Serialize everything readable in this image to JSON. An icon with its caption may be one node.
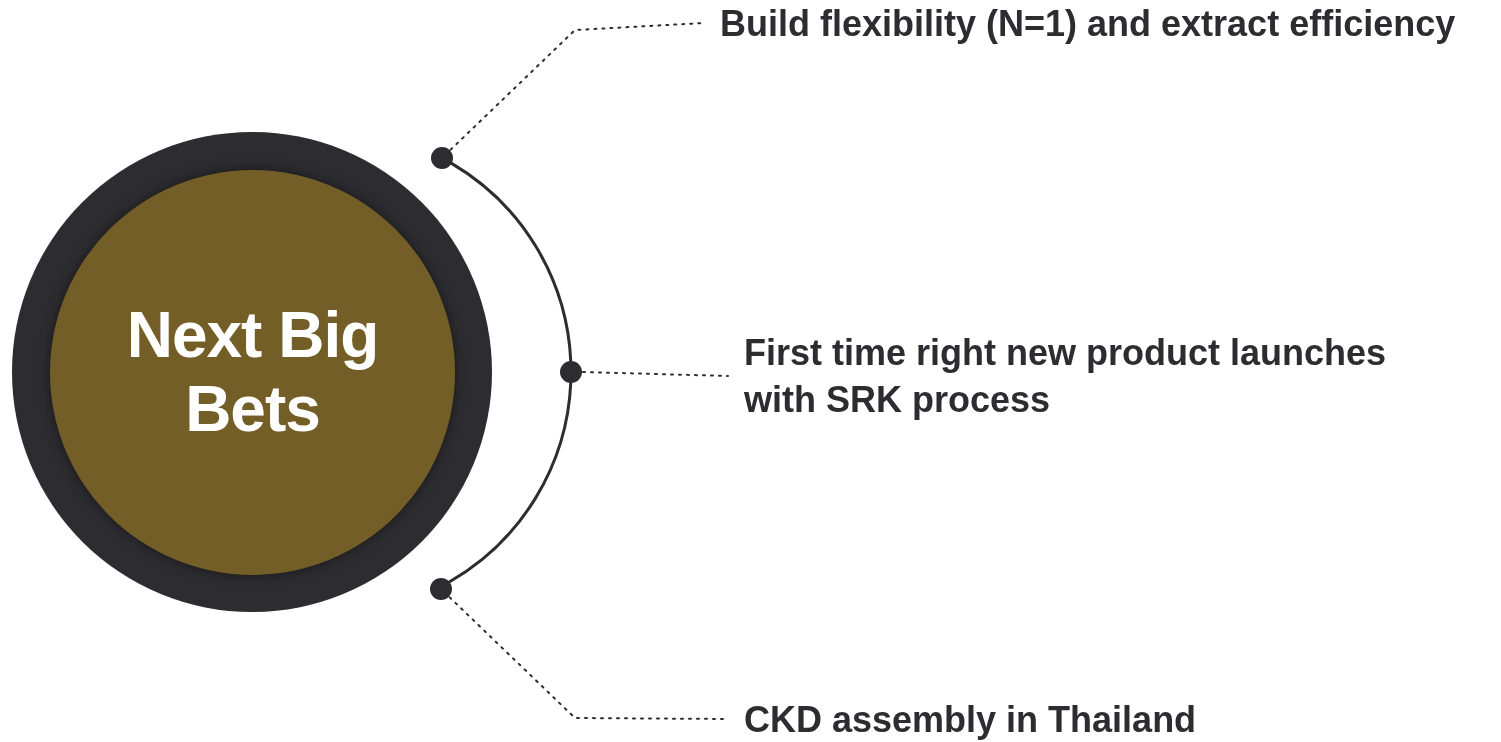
{
  "diagram": {
    "nodes": [
      {
        "text": [
          "Next Big Bets"
        ]
      },
      {
        "text": [],
        "shape": "circle"
      },
      {
        "text": [],
        "shape": "circle"
      },
      {
        "text": [],
        "shape": "circle"
      },
      {
        "text": [
          "Build flexibility (N=1) and extract efficiency"
        ]
      },
      {
        "text": [
          "First time right new product launches with SRK process"
        ]
      },
      {
        "text": [
          "CKD assembly in Thailand"
        ]
      }
    ],
    "edges": [
      {
        "from": 1,
        "to": 2,
        "arrow": "none"
      },
      {
        "from": 2,
        "to": 3,
        "arrow": "none"
      },
      {
        "from": 1,
        "to": 4,
        "arrow": "none",
        "style": "dashed"
      },
      {
        "from": 2,
        "to": 5,
        "arrow": "none",
        "style": "dashed"
      },
      {
        "from": 3,
        "to": 6,
        "arrow": "none",
        "style": "dashed"
      }
    ]
  }
}
